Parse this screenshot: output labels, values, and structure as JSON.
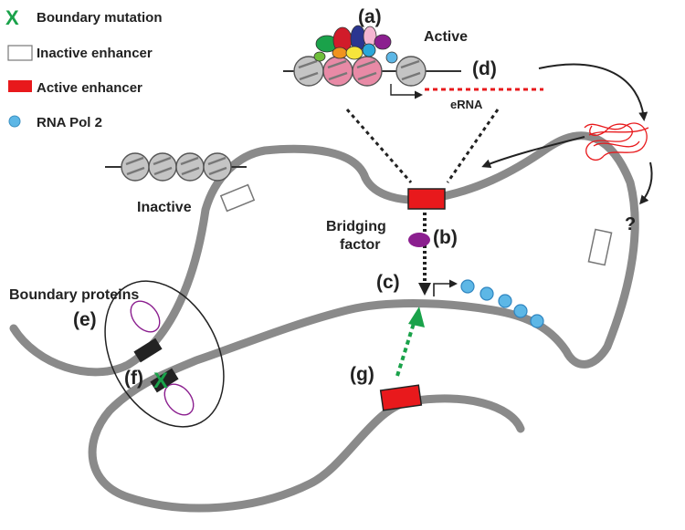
{
  "legend": [
    {
      "id": "boundary-mutation",
      "label": "Boundary mutation",
      "symbol": "X",
      "color": "#1aa24a"
    },
    {
      "id": "inactive-enhancer",
      "label": "Inactive enhancer",
      "color": "#ffffff"
    },
    {
      "id": "active-enhancer",
      "label": "Active enhancer",
      "color": "#e8191c"
    },
    {
      "id": "rna-pol2",
      "label": "RNA Pol 2",
      "color": "#5db7e6"
    }
  ],
  "panels": {
    "a": "(a)",
    "b": "(b)",
    "c": "(c)",
    "d": "(d)",
    "e": "(e)",
    "f": "(f)",
    "g": "(g)"
  },
  "labels": {
    "active": "Active",
    "inactive": "Inactive",
    "erna": "eRNA",
    "bridging_1": "Bridging",
    "bridging_2": "factor",
    "boundary_proteins": "Boundary proteins",
    "question": "?"
  },
  "colors": {
    "chromatin": "#8a8a8a",
    "enhancer_active": "#e8191c",
    "nucleosome_inactive": "#c4c4c4",
    "nucleosome_active": "#e88aa6",
    "pol2": "#5db7e6",
    "bridging_factor": "#8b1f8f",
    "green_arrow": "#1aa24a",
    "erna": "#e8191c"
  }
}
